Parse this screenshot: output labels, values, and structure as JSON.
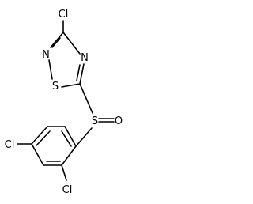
{
  "molecule": {
    "atoms": {
      "cl_top": "Cl",
      "n_thiadiazole_left": "N",
      "n_thiadiazole_right": "N",
      "s_thiadiazole": "S",
      "s_sulfinyl": "S",
      "o_sulfinyl": "O",
      "cl_ring_left": "Cl",
      "cl_ring_bottom": "Cl"
    },
    "colors": {
      "bond": "#000000",
      "label": "#000000",
      "background": "#ffffff"
    }
  }
}
